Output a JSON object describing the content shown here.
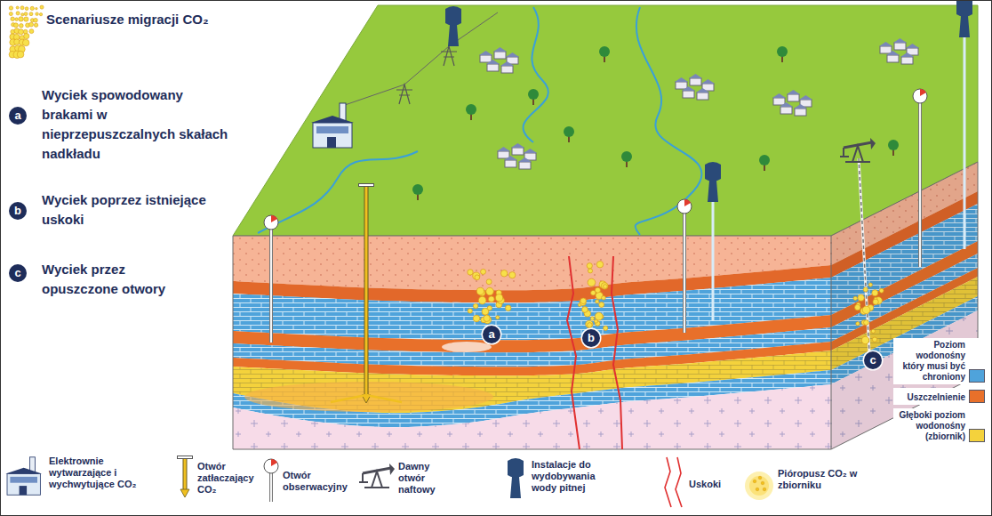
{
  "diagram": {
    "title": "Scenariusze migracji CO₂",
    "labels": [
      "a",
      "Wyciek spowodowany brakami w nieprzepuszczalnych skałach nadkładu",
      "b",
      "Wyciek poprzez istniejące uskoki",
      "c",
      "Wyciek przez opuszczone otwory",
      "a",
      "b",
      "c"
    ],
    "legend": [
      {
        "text": "Poziom wodonośny który musi być chroniony",
        "color": "#4fa3db"
      },
      {
        "text": "Uszczelnienie",
        "color": "#e8702a"
      },
      {
        "text": "Głęboki poziom wodonośny (zbiornik)",
        "color": "#f4d23c"
      },
      {
        "text": "Elektrownie wytwarzające i wychwytujące CO₂"
      },
      {
        "text": "Otwór zatłaczający CO₂"
      },
      {
        "text": "Otwór obserwacyjny"
      },
      {
        "text": "Dawny otwór naftowy"
      },
      {
        "text": "Instalacje do wydobywania wody pitnej"
      },
      {
        "text": "Uskoki"
      },
      {
        "text": "Pióropusz CO₂ w zbiorniku"
      }
    ]
  }
}
